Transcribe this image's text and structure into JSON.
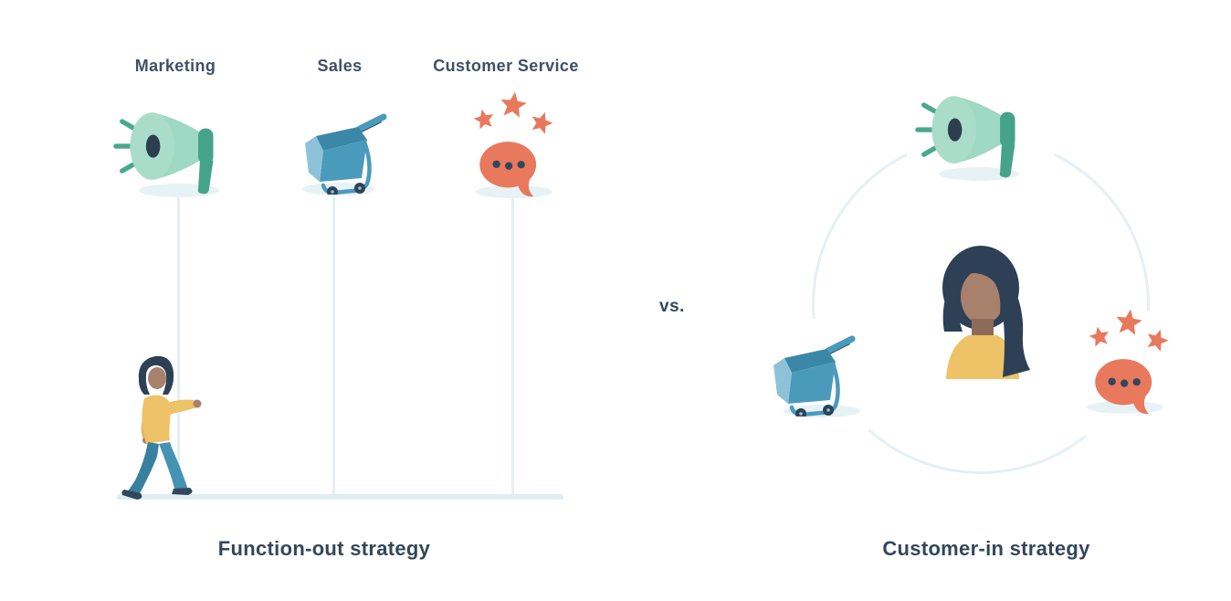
{
  "page": {
    "background": "#ffffff",
    "kind": "marketing-strategy-comparison-illustration"
  },
  "comparison": {
    "vs_text": "vs.",
    "function_out": {
      "caption": "Function-out strategy",
      "columns": [
        {
          "label": "Marketing",
          "icon": "megaphone-icon"
        },
        {
          "label": "Sales",
          "icon": "shopping-cart-icon"
        },
        {
          "label": "Customer Service",
          "icon": "review-chat-icon"
        }
      ],
      "figure": "walking-customer-figure"
    },
    "customer_in": {
      "caption": "Customer-in strategy",
      "center_figure": "customer-person-figure",
      "orbit_icons": [
        "megaphone-icon",
        "shopping-cart-icon",
        "review-chat-icon"
      ]
    }
  },
  "colors": {
    "text_navy": "#33475b",
    "label_navy": "#3d5166",
    "teal_light": "#9fd8c4",
    "teal_dark": "#45a389",
    "cart_blue": "#4a9abc",
    "cart_blue_light": "#8ec2d8",
    "cart_blue_deep": "#3a87a8",
    "orange": "#e8795c",
    "yellow": "#eec266",
    "skin": "#a8816d",
    "hair_navy": "#2e4055",
    "guide_line": "#e3f0f4",
    "ground_shadow": "#e7f2f6"
  }
}
